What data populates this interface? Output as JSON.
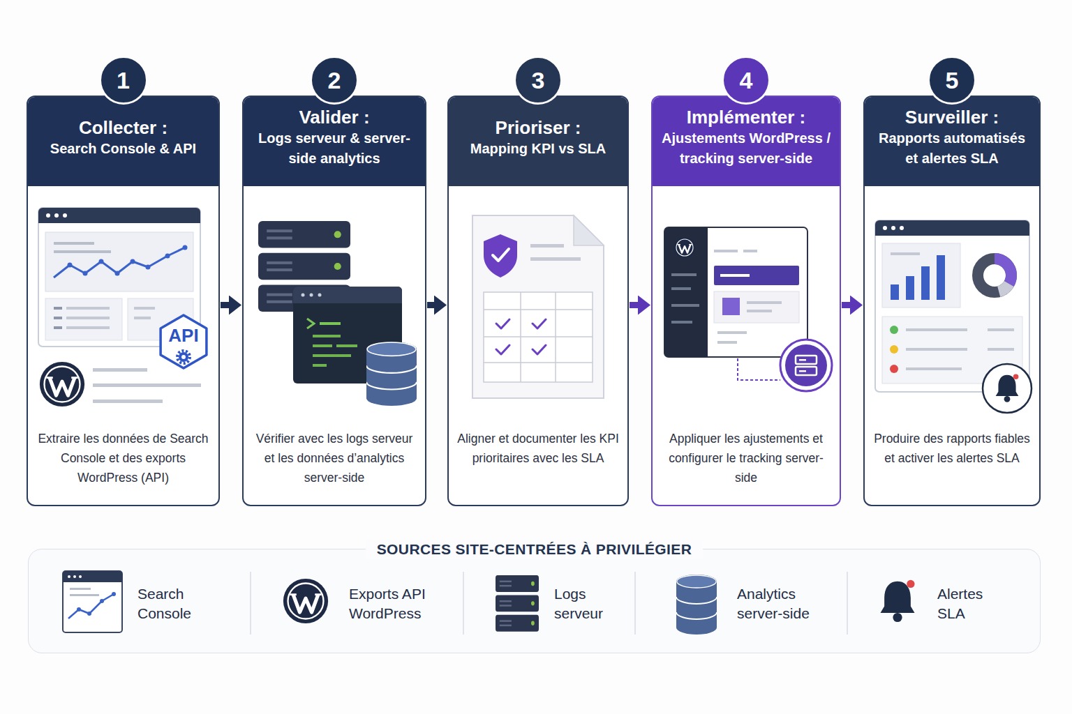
{
  "diagram": {
    "nodes": [
      {
        "text": [
          "1",
          "Collecter :",
          "Search Console & API",
          "Extraire les données de Search Console et des exports WordPress (API)"
        ]
      },
      {
        "text": [
          "2",
          "Valider :",
          "Logs serveur & server-side analytics",
          "Vérifier avec les logs serveur et les données d’analytics server-side"
        ]
      },
      {
        "text": [
          "3",
          "Prioriser :",
          "Mapping KPI vs SLA",
          "Aligner et documenter les KPI prioritaires avec les SLA"
        ]
      },
      {
        "text": [
          "4",
          "Implémenter :",
          "Ajustements WordPress / tracking server-side",
          "Appliquer les ajustements et configurer le tracking server-side"
        ]
      },
      {
        "text": [
          "5",
          "Surveiller :",
          "Rapports automatisés et alertes SLA",
          "Produire des rapports fiables et activer les alertes SLA"
        ]
      },
      {
        "text": [
          "SOURCES SITE-CENTRÉES À PRIVILÉGIER"
        ]
      }
    ],
    "edges": [
      {
        "from": 0,
        "to": 1,
        "arrow": "to"
      },
      {
        "from": 1,
        "to": 2,
        "arrow": "to"
      },
      {
        "from": 2,
        "to": 3,
        "arrow": "to"
      },
      {
        "from": 3,
        "to": 4,
        "arrow": "to"
      }
    ],
    "labels": [
      "API",
      "Search Console",
      "Exports API WordPress",
      "Logs serveur",
      "Analytics server-side",
      "Alertes SLA"
    ]
  }
}
